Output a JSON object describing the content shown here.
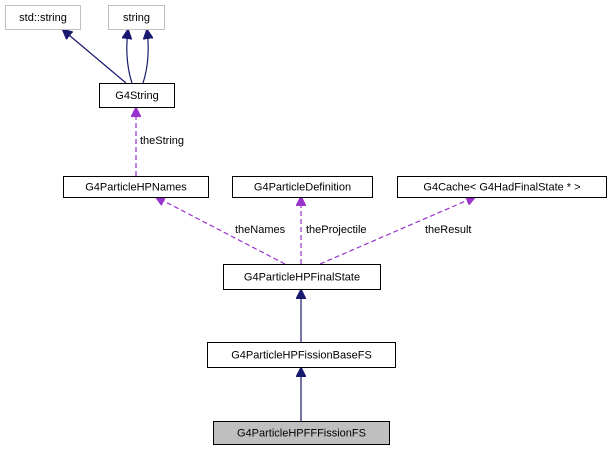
{
  "diagram": {
    "nodes": {
      "std_string": "std::string",
      "string": "string",
      "g4string": "G4String",
      "hpnames": "G4ParticleHPNames",
      "particle_definition": "G4ParticleDefinition",
      "g4cache": "G4Cache< G4HadFinalState * >",
      "final_state": "G4ParticleHPFinalState",
      "fission_base": "G4ParticleHPFissionBaseFS",
      "ff_fission": "G4ParticleHPFFFissionFS"
    },
    "edge_labels": {
      "the_string": "theString",
      "the_names": "theNames",
      "the_projectile": "theProjectile",
      "the_result": "theResult"
    },
    "colors": {
      "inheritance": "#191970",
      "usage": "#9a32cd",
      "external_border": "#bfbfbf",
      "focus_fill": "#bfbfbf"
    }
  }
}
